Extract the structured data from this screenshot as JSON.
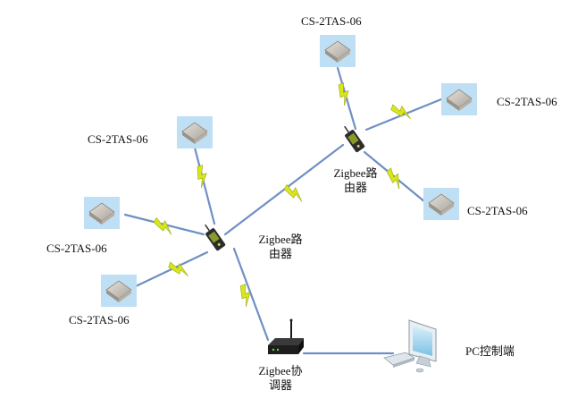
{
  "diagram": {
    "sensor_label": "CS-2TAS-06",
    "router_label_line1": "Zigbee路",
    "router_label_line2": "由器",
    "coordinator_label_line1": "Zigbee协",
    "coordinator_label_line2": "调器",
    "pc_label": "PC控制端",
    "colors": {
      "link": "#6f8fc4",
      "wireless": "#d8e61a",
      "sensor_bg": "#bfe0f4",
      "sensor_body": "#cfc9c0",
      "device_dark": "#2c2c2c",
      "device_accent": "#8a9a2a"
    },
    "icons": {
      "sensor": "sensor-module-icon",
      "router": "zigbee-router-icon",
      "coordinator": "zigbee-coordinator-icon",
      "pc": "pc-computer-icon"
    }
  }
}
